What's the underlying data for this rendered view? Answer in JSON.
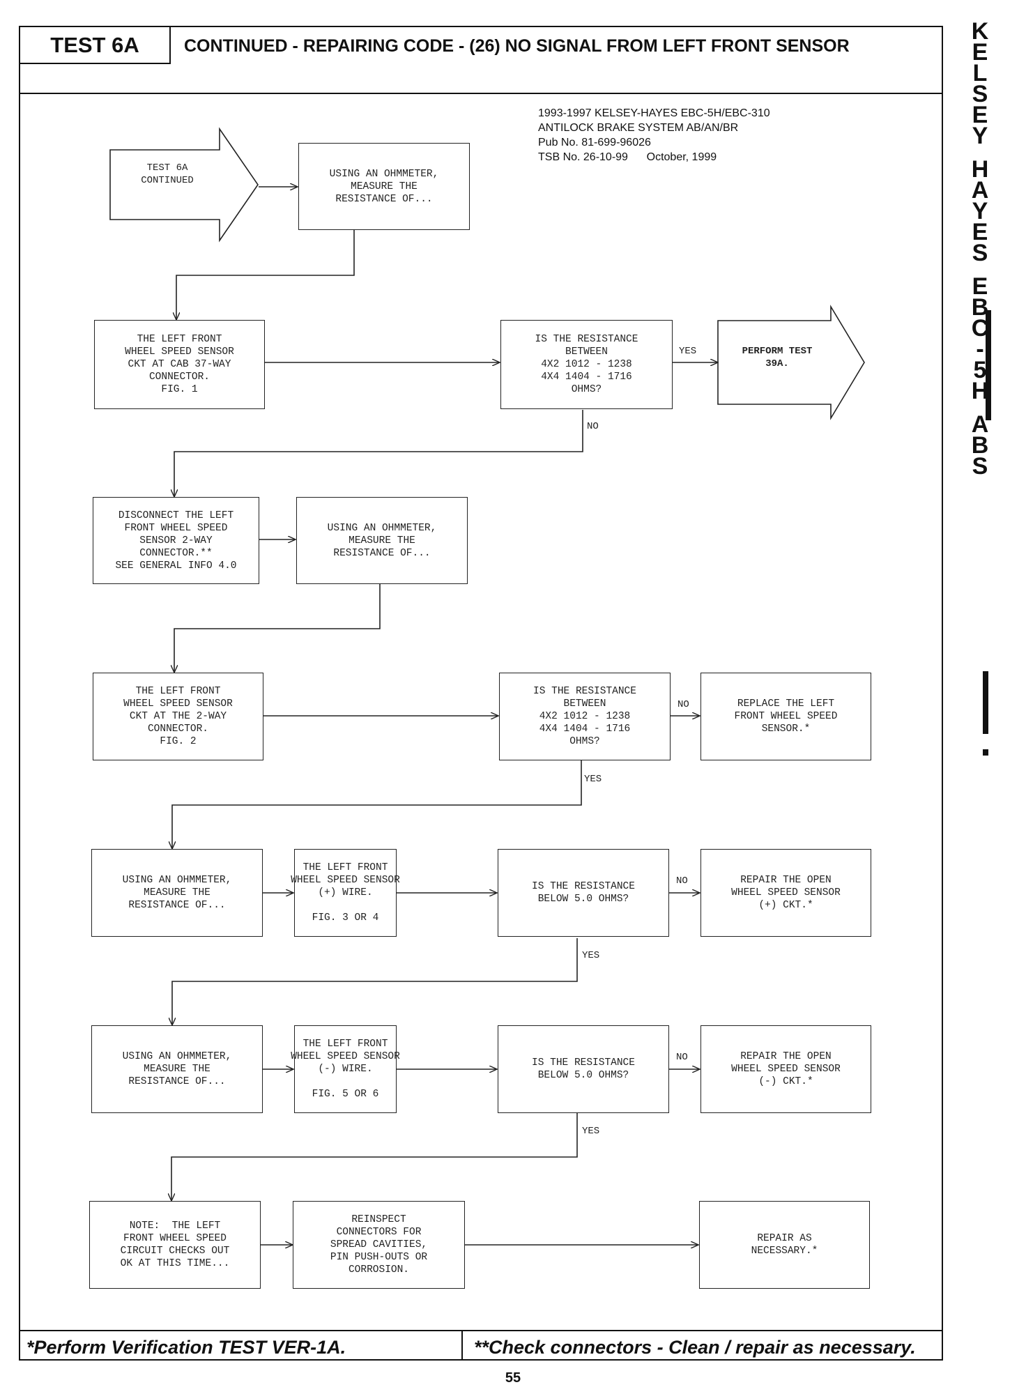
{
  "header": {
    "test_label": "TEST 6A",
    "title": "CONTINUED - REPAIRING CODE - (26) NO SIGNAL FROM LEFT FRONT SENSOR"
  },
  "pub_info": {
    "line1": "1993-1997 KELSEY-HAYES EBC-5H/EBC-310",
    "line2": "ANTILOCK BRAKE SYSTEM AB/AN/BR",
    "line3": "Pub No. 81-699-96026",
    "line4": "TSB No. 26-10-99      October, 1999"
  },
  "side_banner": {
    "letters": [
      "K",
      "E",
      "L",
      "S",
      "E",
      "Y",
      "",
      "H",
      "A",
      "Y",
      "E",
      "S",
      "",
      "E",
      "B",
      "C",
      "-",
      "5",
      "H",
      "",
      "A",
      "B",
      "S"
    ]
  },
  "flow": {
    "start": "TEST 6A\nCONTINUED",
    "r1_measure": "USING AN OHMMETER,\nMEASURE THE\nRESISTANCE OF...",
    "r2_ckt": "THE LEFT FRONT\nWHEEL SPEED SENSOR\nCKT AT CAB 37-WAY\nCONNECTOR.\nFIG. 1",
    "r2_q": "IS THE RESISTANCE\nBETWEEN\n4X2 1012 - 1238\n4X4 1404 - 1716\nOHMS?",
    "r2_yes": "YES",
    "r2_perform": "PERFORM TEST\n39A.",
    "r2_no": "NO",
    "r3_disconnect": "DISCONNECT THE LEFT\nFRONT WHEEL SPEED\nSENSOR 2-WAY\nCONNECTOR.**\nSEE GENERAL INFO 4.0",
    "r3_measure": "USING AN OHMMETER,\nMEASURE THE\nRESISTANCE OF...",
    "r4_ckt": "THE LEFT FRONT\nWHEEL SPEED SENSOR\nCKT AT THE 2-WAY\nCONNECTOR.\nFIG. 2",
    "r4_q": "IS THE RESISTANCE\nBETWEEN\n4X2 1012 - 1238\n4X4 1404 - 1716\nOHMS?",
    "r4_no": "NO",
    "r4_replace": "REPLACE THE LEFT\nFRONT WHEEL SPEED\nSENSOR.*",
    "r4_yes": "YES",
    "r5_measure": "USING AN OHMMETER,\nMEASURE THE\nRESISTANCE OF...",
    "r5_wire": "THE LEFT FRONT\nWHEEL SPEED SENSOR\n(+) WIRE.\n\nFIG. 3 OR 4",
    "r5_q": "IS THE RESISTANCE\nBELOW 5.0 OHMS?",
    "r5_no": "NO",
    "r5_repair": "REPAIR THE OPEN\nWHEEL SPEED SENSOR\n(+) CKT.*",
    "r5_yes": "YES",
    "r6_measure": "USING AN OHMMETER,\nMEASURE THE\nRESISTANCE OF...",
    "r6_wire": "THE LEFT FRONT\nWHEEL SPEED SENSOR\n(-) WIRE.\n\nFIG. 5 OR 6",
    "r6_q": "IS THE RESISTANCE\nBELOW 5.0 OHMS?",
    "r6_no": "NO",
    "r6_repair": "REPAIR THE OPEN\nWHEEL SPEED SENSOR\n(-) CKT.*",
    "r6_yes": "YES",
    "r7_note": "NOTE:  THE LEFT\nFRONT WHEEL SPEED\nCIRCUIT CHECKS OUT\nOK AT THIS TIME...",
    "r7_reinspect": "REINSPECT\nCONNECTORS FOR\nSPREAD CAVITIES,\nPIN PUSH-OUTS OR\nCORROSION.",
    "r7_repair": "REPAIR AS\nNECESSARY.*"
  },
  "footer": {
    "left": "*Perform Verification TEST VER-1A.",
    "right": "**Check connectors - Clean / repair as necessary."
  },
  "page_number": "55"
}
